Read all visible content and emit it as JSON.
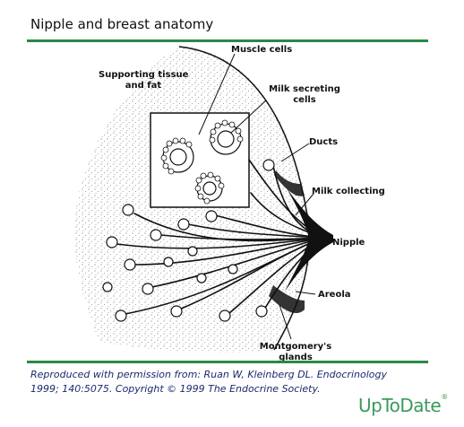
{
  "page": {
    "title": "Nipple and breast anatomy"
  },
  "figure": {
    "labels": {
      "muscle_cells": "Muscle cells",
      "supporting_tissue_line1": "Supporting tissue",
      "supporting_tissue_line2": "and fat",
      "milk_secreting_line1": "Milk secreting",
      "milk_secreting_line2": "cells",
      "ducts": "Ducts",
      "milk_collecting": "Milk collecting",
      "nipple": "Nipple",
      "areola": "Areola",
      "montgomery_line1": "Montgomery's",
      "montgomery_line2": "glands"
    }
  },
  "credit": {
    "line1": "Reproduced with permission from: Ruan W, Kleinberg DL. Endocrinology",
    "line2": "1999; 140:5075. Copyright © 1999 The Endocrine Society."
  },
  "logo": {
    "text": "UpToDate",
    "mark": "®"
  },
  "colors": {
    "accent_rule": "#2a8a45",
    "credit_text": "#1a2a6a",
    "logo": "#3a9a5a"
  }
}
